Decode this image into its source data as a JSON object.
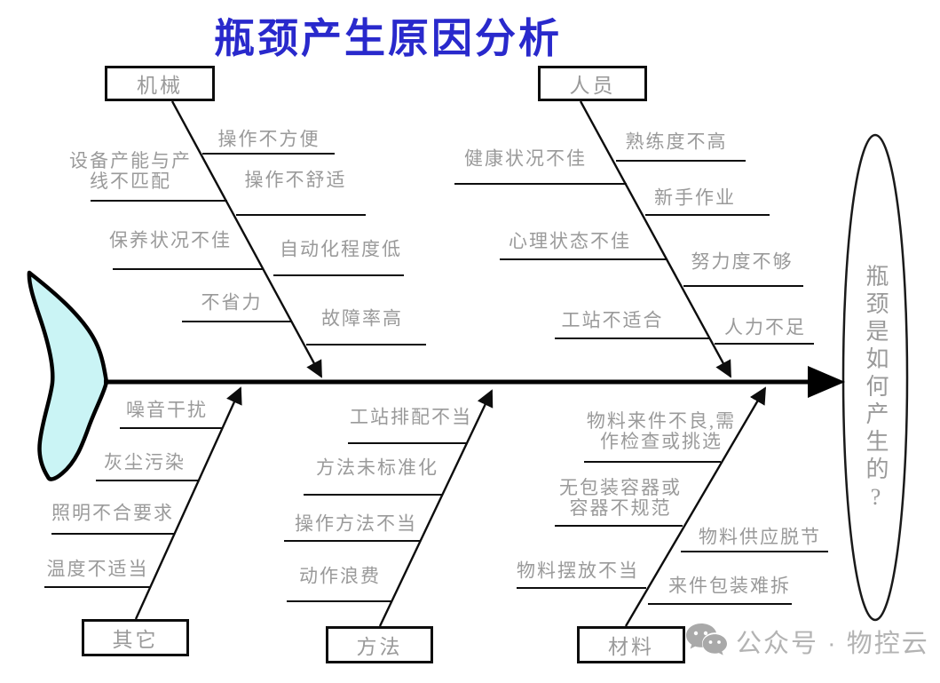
{
  "title": "瓶颈产生原因分析",
  "head": {
    "question": "瓶颈是如何产生的?"
  },
  "boxes": {
    "machine": "机械",
    "people": "人员",
    "others": "其它",
    "method": "方法",
    "material": "材料"
  },
  "causes": {
    "machine": {
      "c1": "操作不方便",
      "c2a": "设备产能与产",
      "c2b": "线不匹配",
      "c3": "操作不舒适",
      "c4": "保养状况不佳",
      "c5": "自动化程度低",
      "c6": "不省力",
      "c7": "故障率高"
    },
    "people": {
      "c1": "健康状况不佳",
      "c2": "熟练度不高",
      "c3": "新手作业",
      "c4": "心理状态不佳",
      "c5": "努力度不够",
      "c6": "工站不适合",
      "c7": "人力不足"
    },
    "others": {
      "c1": "噪音干扰",
      "c2": "灰尘污染",
      "c3": "照明不合要求",
      "c4": "温度不适当"
    },
    "method": {
      "c1": "工站排配不当",
      "c2": "方法未标准化",
      "c3": "操作方法不当",
      "c4": "动作浪费"
    },
    "material": {
      "c1a": "物料来件不良,需",
      "c1b": "作检查或挑选",
      "c2a": "无包装容器或",
      "c2b": "容器不规范",
      "c3": "物料供应脱节",
      "c4": "物料摆放不当",
      "c5": "来件包装难拆"
    }
  },
  "watermark": {
    "text": "公众号 · 物控云",
    "icon": "wechat-icon"
  },
  "colors": {
    "title_blue": "#2929cc",
    "label_gray": "#9a9a9a",
    "line_black": "#0d0d0d",
    "tail_fill": "#caf4f5"
  }
}
